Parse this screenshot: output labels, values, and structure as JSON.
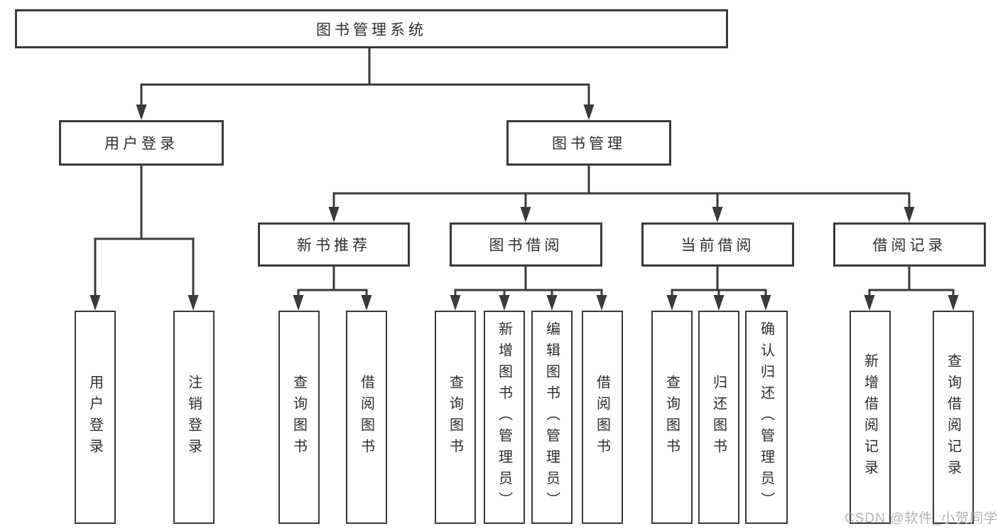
{
  "colors": {
    "line": "#3a3a3a",
    "box_border": "#3a3a3a",
    "text": "#2d2d2d",
    "watermark": "#b4b4b4",
    "background": "#ffffff"
  },
  "watermark": "CSDN @软件_小贺同学",
  "tree": {
    "root": "图书管理系统",
    "level2": {
      "user_login": "用户登录",
      "book_management": "图书管理"
    },
    "level3": {
      "new_book_recommend": "新书推荐",
      "book_borrowing": "图书借阅",
      "current_borrowing": "当前借阅",
      "borrowing_records": "借阅记录"
    },
    "level4": {
      "user_login_action": "用户登录",
      "logout_action": "注销登录",
      "recommend_query_books": "查询图书",
      "recommend_borrow_books": "借阅图书",
      "borrowing_query_books": "查询图书",
      "borrowing_add_books": "新增图书（管理员）",
      "borrowing_edit_books": "编辑图书（管理员）",
      "borrowing_borrow_books": "借阅图书",
      "current_query_books": "查询图书",
      "current_return_books": "归还图书",
      "current_confirm_return": "确认归还（管理员）",
      "records_add_record": "新增借阅记录",
      "records_query_record": "查询借阅记录"
    }
  }
}
